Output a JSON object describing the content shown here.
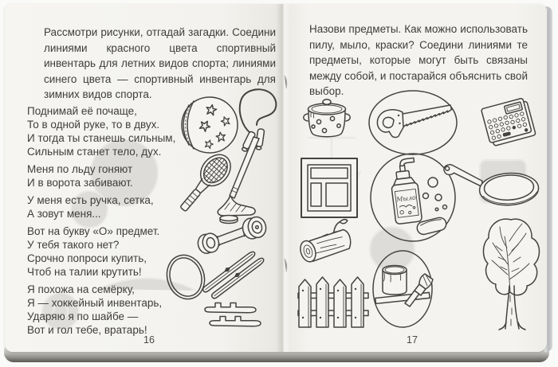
{
  "book": {
    "left_page": {
      "page_number": "16",
      "intro": "Рассмотри рисунки, отгадай загадки. Соедини линиями красного цвета спортивный инвентарь для летних видов спорта; линиями синего цвета — спортивный инвентарь для зимних видов спорта.",
      "riddles": [
        {
          "lines": [
            "Поднимай её почаще,",
            "То в одной руке, то в двух.",
            "И тогда ты станешь сильным,",
            "Сильным станет тело, дух."
          ]
        },
        {
          "lines": [
            "Меня по льду гоняют",
            "И в ворота забивают."
          ]
        },
        {
          "lines": [
            "У меня есть ручка, сетка,",
            "А зовут меня..."
          ]
        },
        {
          "lines": [
            "Вот на букву «О» предмет.",
            "У тебя такого нет?",
            "Срочно попроси купить,",
            "Чтоб на талии крутить!"
          ]
        },
        {
          "lines": [
            "Я похожа на семёрку,",
            "Я — хоккейный инвентарь,",
            "Ударяю я по шайбе —",
            "Вот и гол тебе, вратарь!"
          ]
        }
      ],
      "illustrations": [
        "ball",
        "jump-rope",
        "tennis-racket",
        "hockey-stick-and-puck",
        "dumbbell",
        "hoop",
        "skis",
        "skate-blades"
      ]
    },
    "right_page": {
      "page_number": "17",
      "intro": "Назови предметы. Как можно использовать пилу, мыло, краски? Соедини линиями те предметы, которые могут быть связаны между собой, и постарайся объяснить свой выбор.",
      "soap_label": "Мыло",
      "illustrations": [
        "saucepan",
        "saw",
        "calculator",
        "window",
        "soap",
        "frying-pan",
        "log",
        "fence",
        "paint-and-brush",
        "tree"
      ]
    }
  },
  "colors": {
    "page": "#f4f3ef",
    "ink": "#45433f",
    "shadow": "#57564f"
  }
}
